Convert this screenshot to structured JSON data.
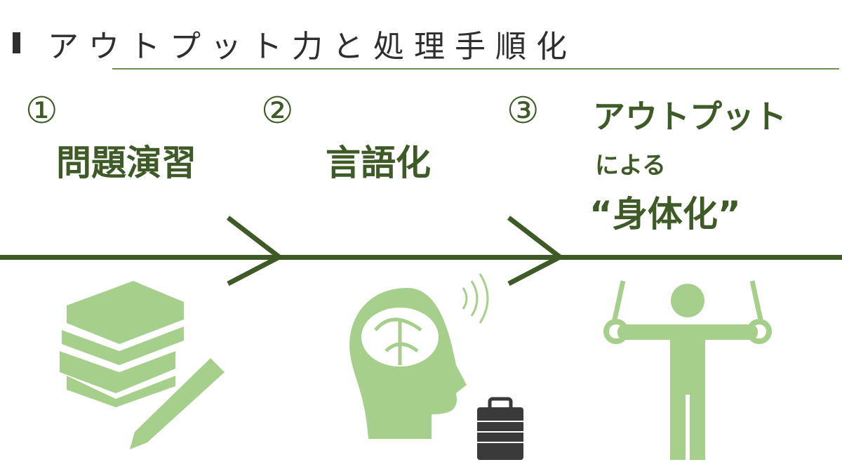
{
  "title": "アウトプット力と処理手順化",
  "steps": [
    {
      "number": "①",
      "label": "問題演習",
      "icon": "books-pencil-icon"
    },
    {
      "number": "②",
      "label": "言語化",
      "icon": "brain-head-icon"
    },
    {
      "number": "③",
      "label_line1": "アウトプット",
      "label_line2": "による",
      "label_line3": "“身体化”",
      "icon": "gymnast-rings-icon"
    }
  ],
  "colors": {
    "dark_green": "#3e5a26",
    "light_green": "#a6cf8c",
    "title": "#2e2e2e",
    "briefcase": "#3a3a3a"
  }
}
